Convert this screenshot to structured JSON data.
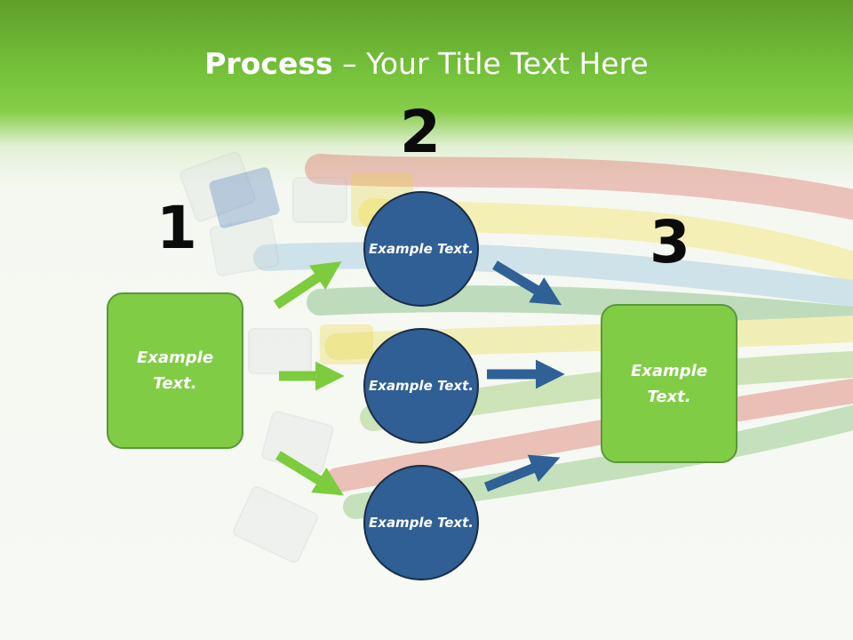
{
  "title": {
    "bold": "Process",
    "rest": " – Your Title Text Here"
  },
  "steps": {
    "one": "1",
    "two": "2",
    "three": "3"
  },
  "nodes": {
    "left": "Example Text.",
    "top": "Example Text.",
    "middle": "Example Text.",
    "bottom": "Example Text.",
    "right": "Example Text."
  },
  "colors": {
    "green": "#81cc45",
    "blue": "#2f5f94",
    "arrow_green": "#7ccc3e",
    "arrow_blue": "#2f6096"
  },
  "icons": {
    "background": "network-cables-photo"
  }
}
